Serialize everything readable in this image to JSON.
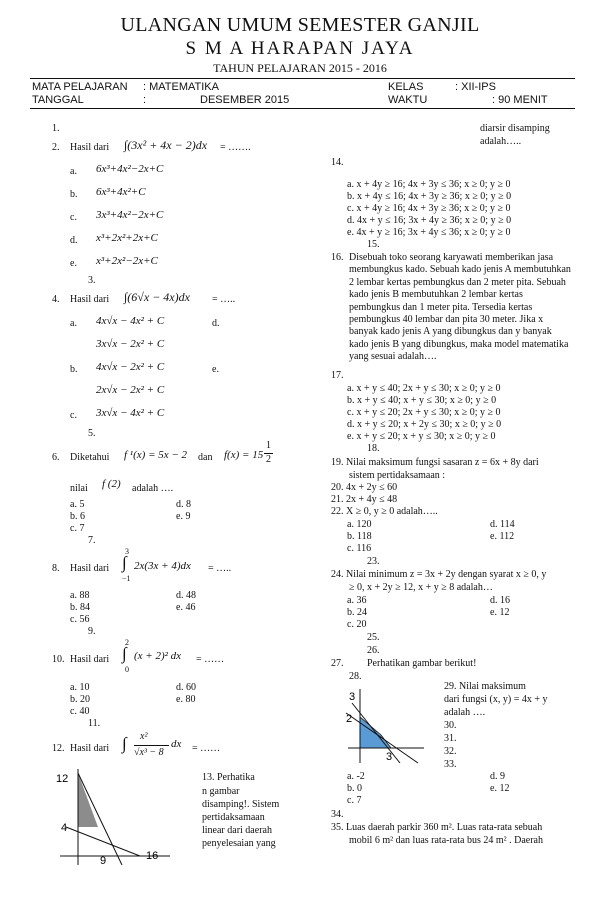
{
  "header": {
    "title": "ULANGAN UMUM SEMESTER GANJIL",
    "school": "S M A   HARAPAN JAYA",
    "year": "TAHUN PELAJARAN  2015 - 2016"
  },
  "info": {
    "subject_label": "MATA PELAJARAN",
    "subject_value": ":  MATEMATIKA",
    "class_label": "KELAS",
    "class_value": ":  XII-IPS",
    "date_label": "TANGGAL",
    "date_colon": ":",
    "date_value": "DESEMBER   2015",
    "time_label": "WAKTU",
    "time_value": ":  90 MENIT"
  },
  "left": {
    "q1_num": "1.",
    "q2_num": "2.",
    "q2_text": "Hasil dari",
    "q2_expr": "∫(3x² + 4x − 2)dx",
    "q2_tail": "= …….",
    "q2_options": [
      {
        "letter": "a.",
        "expr": "6x³+4x²−2x+C"
      },
      {
        "letter": "b.",
        "expr": "6x³+4x²+C"
      },
      {
        "letter": "c.",
        "expr": "3x³+4x²−2x+C"
      },
      {
        "letter": "d.",
        "expr": "x³+2x²+2x+C"
      },
      {
        "letter": "e.",
        "expr": "x³+2x²−2x+C"
      }
    ],
    "q3_num": "3.",
    "q4_num": "4.",
    "q4_text": "Hasil dari",
    "q4_expr": "∫(6√x − 4x)dx",
    "q4_tail": "= …..",
    "q4_options": [
      {
        "letter": "a.",
        "expr": "4x√x − 4x² + C"
      },
      {
        "letter": "",
        "expr": "3x√x − 2x² + C"
      },
      {
        "letter": "b.",
        "expr": "4x√x − 2x² + C"
      },
      {
        "letter": "",
        "expr": "2x√x − 2x² + C"
      },
      {
        "letter": "c.",
        "expr": "3x√x − 4x² + C"
      }
    ],
    "q4_d": "d.",
    "q4_e": "e.",
    "q5_num": "5.",
    "q6_num": "6.",
    "q6_text": "Diketahui",
    "q6_expr1": "f ¹(x) = 5x − 2",
    "q6_and": "dan",
    "q6_expr2": "f(x) = 15",
    "q6_frac_num": "1",
    "q6_frac_den": "2",
    "q6_line2a": "nilai",
    "q6_line2b": "f (2)",
    "q6_line2c": "adalah ….",
    "q6_options": {
      "a": "a.   5",
      "b": "b.   6",
      "c": "c.   7",
      "d": "d.  8",
      "e": "e.  9"
    },
    "q7_num": "7.",
    "q8_num": "8.",
    "q8_text": "Hasil dari",
    "q8_upper": "3",
    "q8_lower": "−1",
    "q8_expr": "2x(3x + 4)dx",
    "q8_tail": "= …..",
    "q8_options": {
      "a": "a.   88",
      "b": "b.   84",
      "c": "c.   56",
      "d": "d.  48",
      "e": "e.  46"
    },
    "q9_num": "9.",
    "q10_num": "10.",
    "q10_text": "Hasil dari",
    "q10_upper": "2",
    "q10_lower": "0",
    "q10_expr": "(x + 2)² dx",
    "q10_tail": "= ……",
    "q10_options": {
      "a": "a.   10",
      "b": "b.   20",
      "c": "c.   40",
      "d": "d.  60",
      "e": "e.  80"
    },
    "q11_num": "11.",
    "q12_num": "12.",
    "q12_text": "Hasil dari",
    "q12_frac_num": "x²",
    "q12_frac_den": "√x³ − 8",
    "q12_dx": "dx",
    "q12_tail": "= ……",
    "q13_lines": [
      "13.        Perhatika",
      "n gambar",
      "disamping!. Sistem",
      "pertidaksamaan",
      "linear dari daerah",
      "penyelesaian yang"
    ],
    "graph1_labels": {
      "y12": "12",
      "y4": "4",
      "x9": "9",
      "x16": "16"
    }
  },
  "right": {
    "q13_cont1": "diarsir disamping",
    "q13_cont2": "adalah…..",
    "q14_num": "14.",
    "q14_options": [
      "a.    x + 4y ≥ 16; 4x  + 3y ≤ 36; x ≥ 0;  y ≥ 0",
      "b.    x + 4y ≤ 16; 4x  + 3y ≥ 36; x ≥ 0;  y ≥ 0",
      "c.    x + 4y ≥ 16; 4x  + 3y ≥ 36; x ≥ 0;  y ≥ 0",
      "d.    4x + y ≤ 16; 3x  + 4y ≥ 36; x ≥ 0;  y ≥ 0",
      "e.    4x + y ≥ 16; 3x  + 4y ≤ 36; x ≥ 0;  y ≥ 0"
    ],
    "q15_num": "15.",
    "q16_num": "16.",
    "q16_text": "Disebuah toko seorang karyawati memberikan jasa membungkus kado. Sebuah kado jenis A membutuhkan 2 lembar kertas pembungkus dan 2 meter pita. Sebuah kado jenis B membutuhkan 2 lembar kertas pembungkus dan 1 meter pita. Tersedia kertas pembungkus 40 lembar dan pita 30 meter. Jika x banyak kado jenis A yang dibungkus dan y banyak kado jenis B yang dibungkus, maka model matematika yang sesuai adalah….",
    "q17_num": "17.",
    "q17_options": [
      "a.    x + y ≤ 40; 2x + y ≤ 30; x ≥ 0;  y ≥ 0",
      "b.    x + y ≤ 40; x +  y ≤ 30; x ≥ 0;  y ≥ 0",
      "c.    x + y ≤ 20; 2x + y ≤ 30; x ≥ 0;  y ≥ 0",
      "d.    x + y ≤ 20; x + 2y ≤ 30; x ≥ 0;  y ≥ 0",
      "e.    x + y ≤ 20; x +  y ≤ 30; x ≥ 0;  y ≥ 0"
    ],
    "q18_num": "18.",
    "q19_line1": "19.  Nilai maksimum fungsi sasaran z = 6x + 8y dari",
    "q19_line2": "sistem pertidaksamaan :",
    "q20": "20.  4x + 2y  ≤ 60",
    "q21": "21.  2x + 4y  ≤ 48",
    "q22": "22.  X ≥ 0,   y ≥ 0     adalah…..",
    "q22_options": {
      "a": "a.    120",
      "b": "b.    118",
      "c": "c.    116",
      "d": "d.  114",
      "e": "e.  112"
    },
    "q23_num": "23.",
    "q24_line1": "24.  Nilai minimum z = 3x + 2y dengan syarat x ≥ 0, y",
    "q24_line2": "≥ 0,  x + 2y ≥ 12,  x + y ≥ 8  adalah…",
    "q24_options": {
      "a": "a.    36",
      "b": "b.    24",
      "c": "c.    20",
      "d": "d.  16",
      "e": "e.  12"
    },
    "q25_num": "25.",
    "q26_num": "26.",
    "q27_num": "27.",
    "q27_text": "Perhatikan gambar berikut!",
    "q28_num": "28.",
    "q29_line1": "29.         Nilai maksimum",
    "q29_line2": "dari fungsi (x, y) = 4x + y",
    "q29_line3": "adalah ….",
    "q30_num": "30.",
    "q31_num": "31.",
    "q32_num": "32.",
    "q33_num": "33.",
    "q33_options": {
      "a": "a.    -2",
      "b": "b.    0",
      "c": "c.    7",
      "d": "d.   9",
      "e": "e.   12"
    },
    "q34_num": "34.",
    "q35_line1": "35.  Luas daerah parkir 360 m². Luas rata-rata sebuah",
    "q35_line2": "mobil 6 m² dan luas rata-rata bus 24 m² . Daerah",
    "graph2_labels": {
      "y3": "3",
      "y2": "2",
      "x3": "3"
    }
  }
}
